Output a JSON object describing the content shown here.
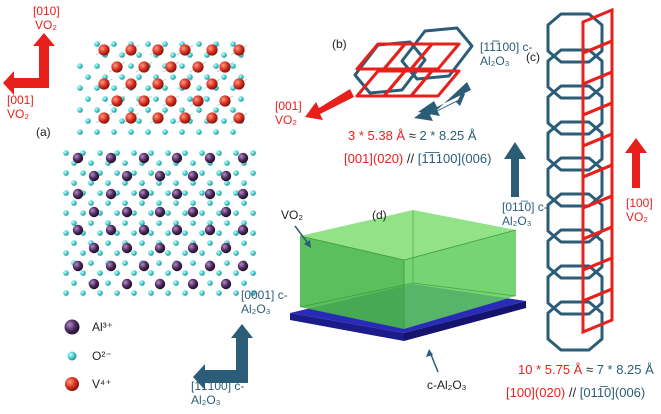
{
  "panels": {
    "a": "(a)",
    "b": "(b)",
    "c": "(c)",
    "d": "(d)"
  },
  "panel_a": {
    "dir_010": "[010]",
    "dir_010_mat": "VO₂",
    "dir_001": "[001]",
    "dir_001_mat": "VO₂",
    "dir_0001": "[0001] c-",
    "dir_0001_mat": "Al₂O₃",
    "dir_1m100": "[1̅1̅100] c-",
    "dir_1m100_mat": "Al₂O₃"
  },
  "legend": {
    "items": [
      {
        "label": "Al³⁺",
        "color": "#4b2a5c"
      },
      {
        "label": "O²⁻",
        "color": "#3ec8c8"
      },
      {
        "label": "V⁴⁺",
        "color": "#d83020"
      }
    ]
  },
  "panel_b": {
    "dir_blue": "[11̅̅100] c-",
    "dir_blue_mat": "Al₂O₃",
    "dir_red": "[001]",
    "dir_red_mat": "VO₂",
    "eq_left": "3 * 5.38 Å",
    "eq_mid": " ≈ ",
    "eq_right": "2 * 8.25 Å",
    "rel_red": "[001](020)",
    "rel_sep": " // ",
    "rel_blue": "[1̅1̅100](006)"
  },
  "panel_c": {
    "dir_blue": "[011̅0] c-",
    "dir_blue_mat": "Al₂O₃",
    "dir_red": "[100]",
    "dir_red_mat": "VO₂",
    "eq_left": "10 * 5.75 Å",
    "eq_mid": " ≈ ",
    "eq_right": "7 * 8.25 Å",
    "rel_red": "[100](020)",
    "rel_sep": " // ",
    "rel_blue": "[011̅0](006)"
  },
  "panel_d": {
    "top_label": "VO₂",
    "bottom_label": "c-Al₂O₃"
  },
  "colors": {
    "red": "#e8201c",
    "blue": "#2b5d78",
    "al": "#4b2a5c",
    "o": "#3ec8c8",
    "v": "#d83020",
    "vo2_green": "#5bc85a",
    "substrate": "#2a2ab8"
  }
}
